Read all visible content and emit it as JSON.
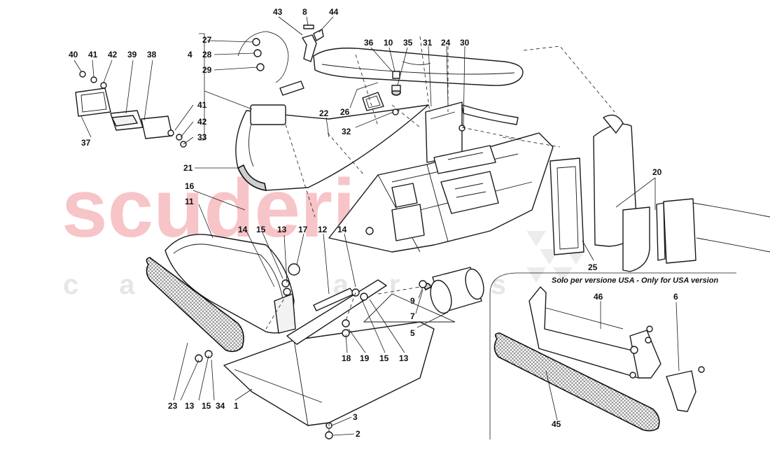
{
  "watermark": {
    "brand": "scuderia",
    "subtitle": "car parts"
  },
  "usa_note": "Solo per versione USA - Only for USA version",
  "callouts": [
    {
      "id": "c43",
      "label": "43"
    },
    {
      "id": "c8",
      "label": "8"
    },
    {
      "id": "c44",
      "label": "44"
    },
    {
      "id": "c36",
      "label": "36"
    },
    {
      "id": "c10",
      "label": "10"
    },
    {
      "id": "c35",
      "label": "35"
    },
    {
      "id": "c31",
      "label": "31"
    },
    {
      "id": "c24",
      "label": "24"
    },
    {
      "id": "c30",
      "label": "30"
    },
    {
      "id": "c27",
      "label": "27"
    },
    {
      "id": "c4",
      "label": "4"
    },
    {
      "id": "c28",
      "label": "28"
    },
    {
      "id": "c29",
      "label": "29"
    },
    {
      "id": "c40",
      "label": "40"
    },
    {
      "id": "c41a",
      "label": "41"
    },
    {
      "id": "c42a",
      "label": "42"
    },
    {
      "id": "c39",
      "label": "39"
    },
    {
      "id": "c38",
      "label": "38"
    },
    {
      "id": "c26",
      "label": "26"
    },
    {
      "id": "c41b",
      "label": "41"
    },
    {
      "id": "c42b",
      "label": "42"
    },
    {
      "id": "c33",
      "label": "33"
    },
    {
      "id": "c37",
      "label": "37"
    },
    {
      "id": "c32",
      "label": "32"
    },
    {
      "id": "c22",
      "label": "22"
    },
    {
      "id": "c21",
      "label": "21"
    },
    {
      "id": "c20",
      "label": "20"
    },
    {
      "id": "c16",
      "label": "16"
    },
    {
      "id": "c11",
      "label": "11"
    },
    {
      "id": "c14a",
      "label": "14"
    },
    {
      "id": "c15a",
      "label": "15"
    },
    {
      "id": "c13a",
      "label": "13"
    },
    {
      "id": "c17",
      "label": "17"
    },
    {
      "id": "c12",
      "label": "12"
    },
    {
      "id": "c14b",
      "label": "14"
    },
    {
      "id": "c25",
      "label": "25"
    },
    {
      "id": "c9",
      "label": "9"
    },
    {
      "id": "c7",
      "label": "7"
    },
    {
      "id": "c46",
      "label": "46"
    },
    {
      "id": "c6",
      "label": "6"
    },
    {
      "id": "c5",
      "label": "5"
    },
    {
      "id": "c18",
      "label": "18"
    },
    {
      "id": "c19",
      "label": "19"
    },
    {
      "id": "c15b",
      "label": "15"
    },
    {
      "id": "c13b",
      "label": "13"
    },
    {
      "id": "c23",
      "label": "23"
    },
    {
      "id": "c13c",
      "label": "13"
    },
    {
      "id": "c15c",
      "label": "15"
    },
    {
      "id": "c34",
      "label": "34"
    },
    {
      "id": "c1",
      "label": "1"
    },
    {
      "id": "c3",
      "label": "3"
    },
    {
      "id": "c2",
      "label": "2"
    },
    {
      "id": "c45",
      "label": "45"
    }
  ]
}
